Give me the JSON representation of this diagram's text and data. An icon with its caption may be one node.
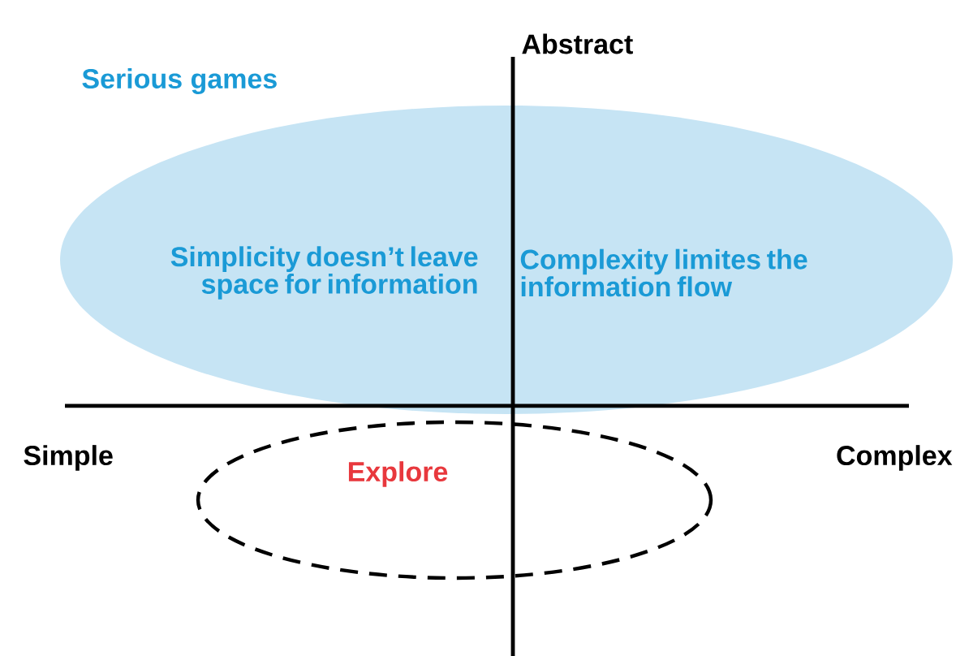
{
  "diagram": {
    "nodes": [
      {
        "text": [
          "Serious games",
          "Simplicity doesn’t leave space for information",
          "Complexity limites the information flow"
        ]
      },
      {
        "text": [
          "Explore"
        ]
      }
    ],
    "labels": [
      "Abstract",
      "Simple",
      "Complex"
    ]
  }
}
